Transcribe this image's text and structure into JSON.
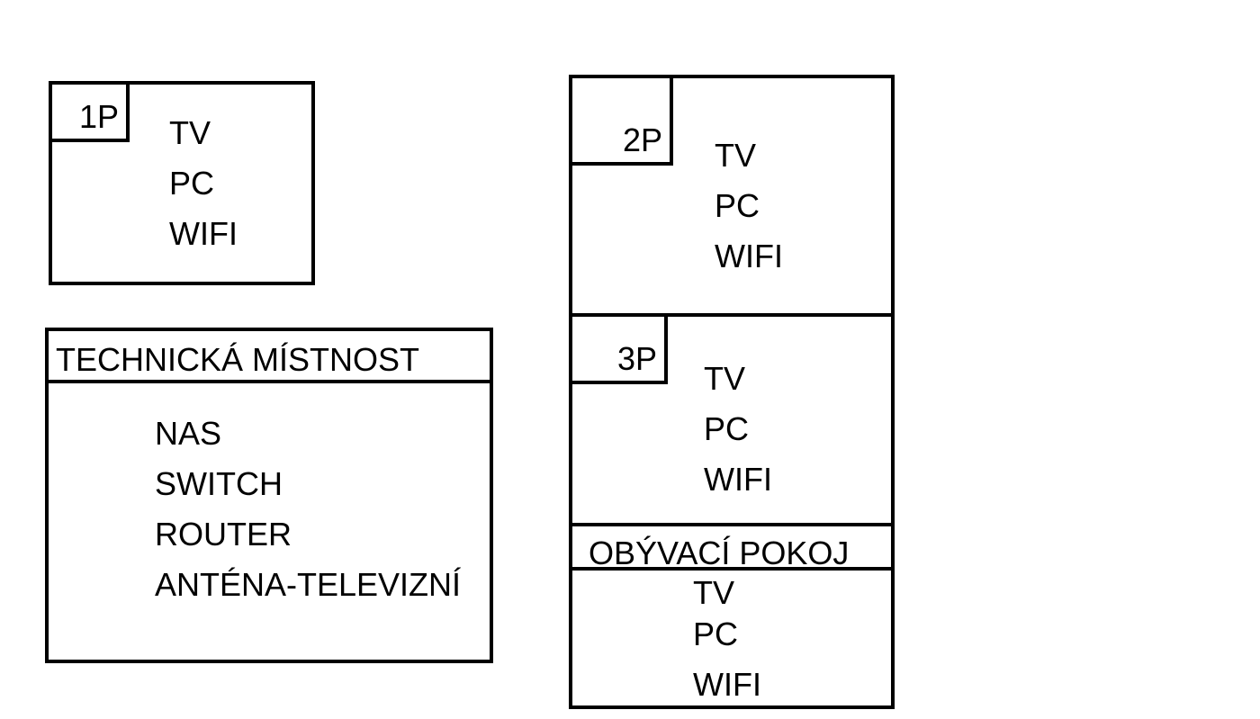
{
  "rooms": {
    "room_1p": {
      "tag": "1P",
      "items": [
        "TV",
        "PC",
        "WIFI"
      ]
    },
    "technical_room": {
      "title": "TECHNICKÁ MÍSTNOST",
      "items": [
        "NAS",
        "SWITCH",
        "ROUTER",
        "ANTÉNA-TELEVIZNÍ"
      ]
    },
    "room_2p": {
      "tag": "2P",
      "items": [
        "TV",
        "PC",
        "WIFI"
      ]
    },
    "room_3p": {
      "tag": "3P",
      "items": [
        "TV",
        "PC",
        "WIFI"
      ]
    },
    "living_room": {
      "title": "OBÝVACÍ POKOJ",
      "items": [
        "TV",
        "PC",
        "WIFI"
      ]
    }
  }
}
